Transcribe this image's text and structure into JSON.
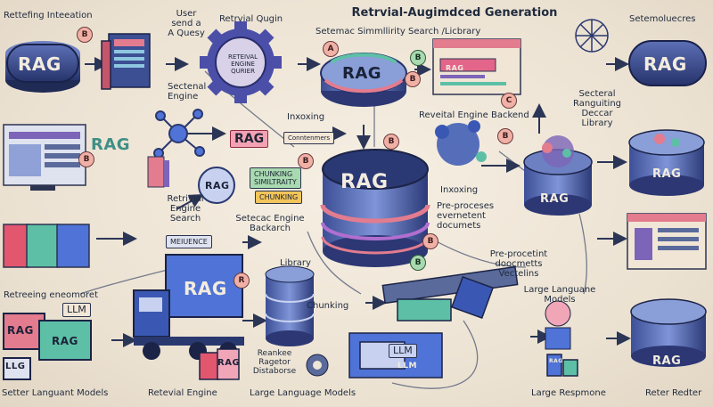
{
  "title": "Retrvial-Augimdced Generation",
  "subtitle": "Setemac Simmllirity Search /Licbrary",
  "texts": {
    "t_intro": "Rettefing Inteeation",
    "t_user": "User\nsend a\nA Quesy",
    "t_retrieval_qugin": "Retrvial Qugin",
    "t_topright": "Setemoluecres",
    "t_sectional_engine": "Sectenal\nEngine",
    "t_inxoxing1": "Inxoxing",
    "t_backend": "Reveital Engine Backend",
    "t_sectoral_library": "Secteral\nRanguiting\nDeccar\nLibrary",
    "t_retrieval_search": "Retrivial\nEngine\nSearch",
    "t_setemac_backarch": "Setecac Engine\nBackarch",
    "t_inxoxing2": "Inxoxing",
    "t_preproc": "Pre-proceses\nevernetent\ndocumets",
    "t_library": "Library",
    "t_preprocetint": "Pre-procetint\ndoocmetts\nVectelins",
    "t_retrieving_eneomore": "Retreeing eneomoret",
    "t_chunking": "Chunking",
    "t_llm_models": "Large Languane\nModels",
    "t_reankee": "Reankee\nRagetor\nDistaborse",
    "t_bottom_left": "Setter Languant Models",
    "t_bottom_engine": "Retevial Engine",
    "t_bottom_llm": "Large Language Models",
    "t_bottom_response": "Large Respmone",
    "t_bottom_right": "Reter Redter"
  },
  "rag_labels": {
    "left_pill": "RAG",
    "center_top": "RAG",
    "center_mid": "RAG",
    "right_pill": "RAG",
    "left_small": "RAG",
    "left_mid_circle": "RAG",
    "pink_tag": "RAG",
    "right_disc": "RAG",
    "right_drum": "RAG",
    "bottom_right": "RAG",
    "truck": "RAG",
    "bottom_box1": "RAG",
    "bottom_box2": "RAG",
    "pink_cube": "RAG",
    "center_monitor": "RAG",
    "right_small_drum": "RAG"
  },
  "llm_labels": {
    "llm_left": "LLM",
    "llm_bottom": "LLM",
    "llm_box": "LLG",
    "llm_center": "LLM"
  },
  "tags": {
    "engine_quer": "RETEIVAL\nENGINE\nQURIER",
    "chunking_sim": "CHUNKING\nSIMILTRAITY",
    "chunking": "CHUNKING",
    "containers": "Conntenmers",
    "mmuence": "MEIUENCE"
  },
  "badges": {
    "b1": "B",
    "b2": "A",
    "b3": "B",
    "b4": "B",
    "b5": "B",
    "b6": "B",
    "b7": "B",
    "b8": "B",
    "b9": "R",
    "b10": "B",
    "b11": "B",
    "b12": "C"
  },
  "colors": {
    "navy": "#2a3870",
    "blue": "#4f73d6",
    "teal": "#3fa9a0",
    "pink": "#e27c8e",
    "green": "#6cc07a",
    "purple": "#7c64b8",
    "beige": "#efe6d8"
  }
}
